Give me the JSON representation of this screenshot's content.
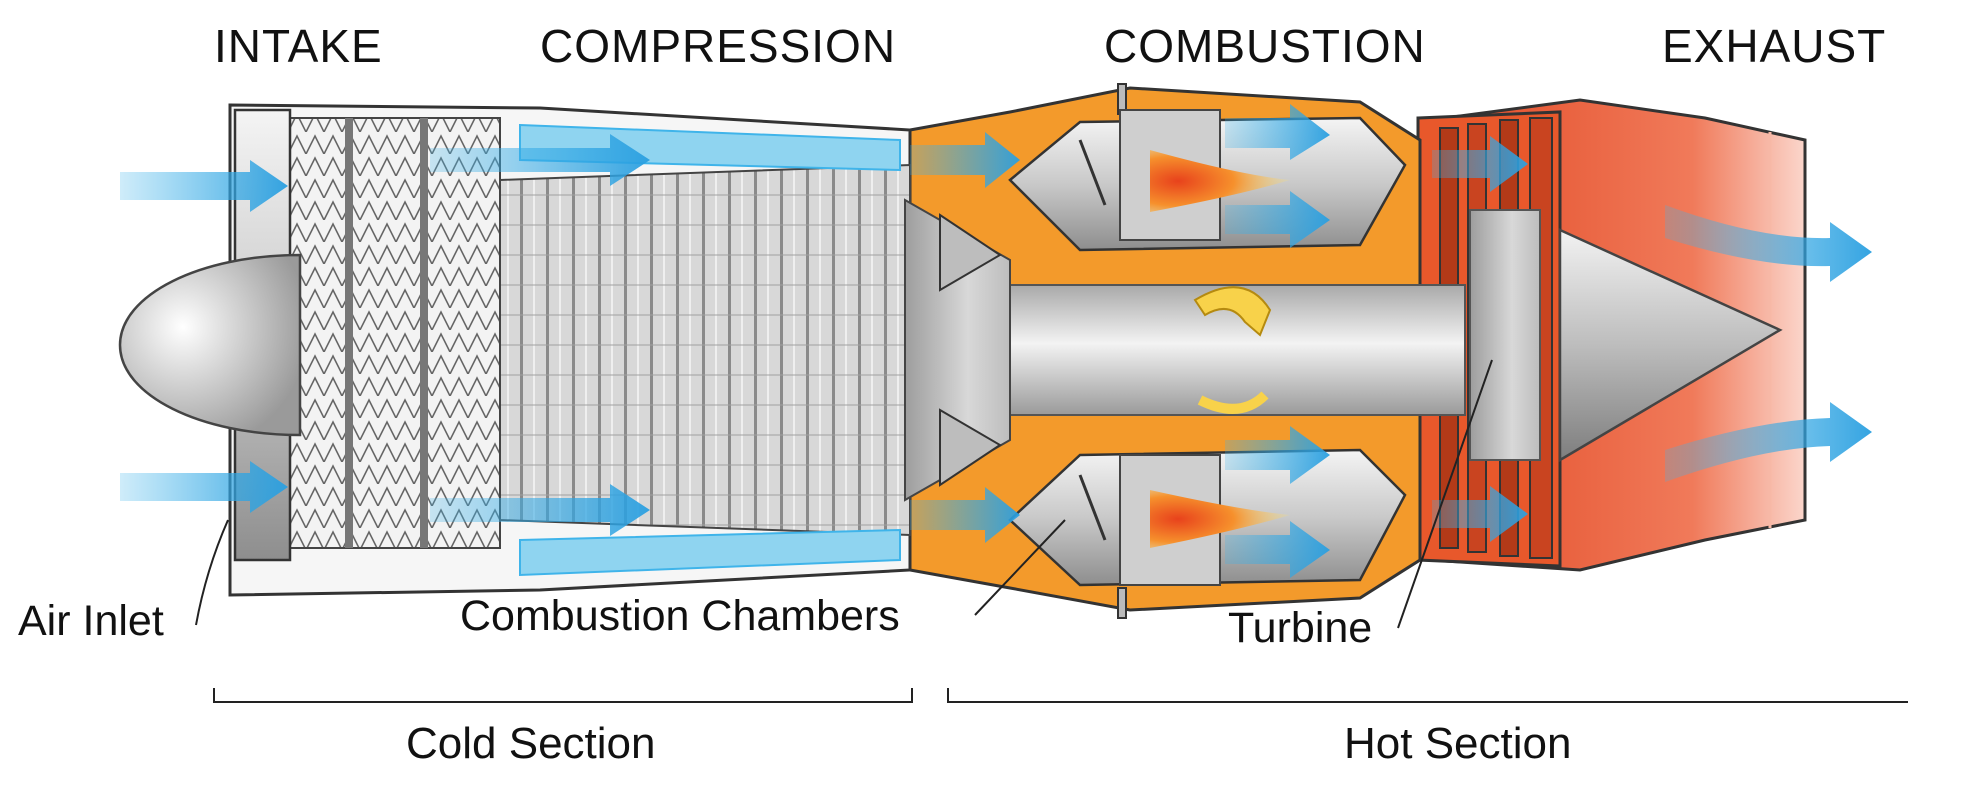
{
  "stages": {
    "intake": "INTAKE",
    "compression": "COMPRESSION",
    "combustion": "COMBUSTION",
    "exhaust": "EXHAUST"
  },
  "parts": {
    "air_inlet": "Air Inlet",
    "combustion_chambers": "Combustion Chambers",
    "turbine": "Turbine"
  },
  "sections": {
    "cold": "Cold Section",
    "hot": "Hot Section"
  },
  "colors": {
    "airflow": "#3fb4ea",
    "casing_hot": "#e8582b",
    "combustor_orange": "#f39a2b",
    "flame_yellow": "#f8d24a",
    "metal_grey": "#c8c8c8",
    "compressor_blue": "#8fd4f0"
  }
}
